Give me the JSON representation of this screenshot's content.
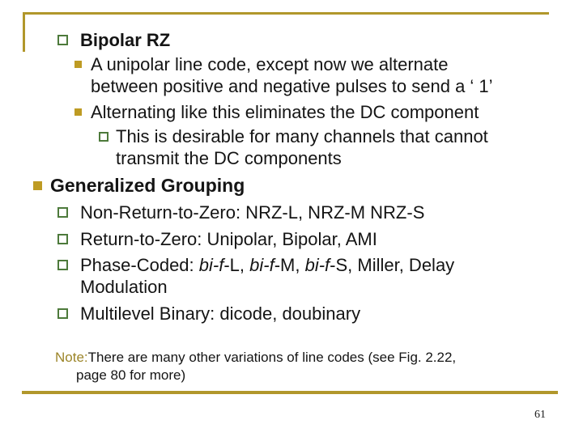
{
  "slide": {
    "colors": {
      "accent_gold": "#B1972B",
      "bullet_gold": "#BE9B23",
      "bullet_green": "#4D7A3B",
      "note_label_gold": "#9C8529",
      "body_text": "#141414"
    },
    "content": {
      "rows": [
        {
          "bullet": "outline-square",
          "level": 1,
          "bold": true,
          "text": "Bipolar RZ"
        },
        {
          "bullet": "filled-square",
          "level": 2,
          "narrow": true,
          "text": "A unipolar line code, except now we alternate between positive and negative pulses to send a ‘ 1’"
        },
        {
          "bullet": "filled-square",
          "level": 2,
          "text": "Alternating like this eliminates the DC component"
        },
        {
          "bullet": "outline-square",
          "level": 3,
          "narrow": true,
          "text": "This is desirable for many channels that cannot transmit the DC components"
        },
        {
          "bullet": "filled-square",
          "level": 0,
          "bold": true,
          "text": "Generalized Grouping"
        },
        {
          "bullet": "outline-square",
          "level": 1,
          "text": "Non-Return-to-Zero: NRZ-L, NRZ-M NRZ-S"
        },
        {
          "bullet": "outline-square",
          "level": 1,
          "text": "Return-to-Zero: Unipolar, Bipolar, AMI"
        },
        {
          "bullet": "outline-square",
          "level": 1,
          "segments": [
            {
              "text": "Phase-Coded: "
            },
            {
              "text": "bi-f",
              "italic": true
            },
            {
              "text": "-L, "
            },
            {
              "text": "bi-f",
              "italic": true
            },
            {
              "text": "-M, "
            },
            {
              "text": "bi-f",
              "italic": true
            },
            {
              "text": "-S, Miller, Delay Modulation"
            }
          ]
        },
        {
          "bullet": "outline-square",
          "level": 1,
          "text": "Multilevel Binary: dicode, doubinary"
        }
      ],
      "note": {
        "label": "Note:",
        "text": "There are many other variations of line codes (see Fig. 2.22, page 80 for more)"
      }
    },
    "page_number": "61"
  }
}
